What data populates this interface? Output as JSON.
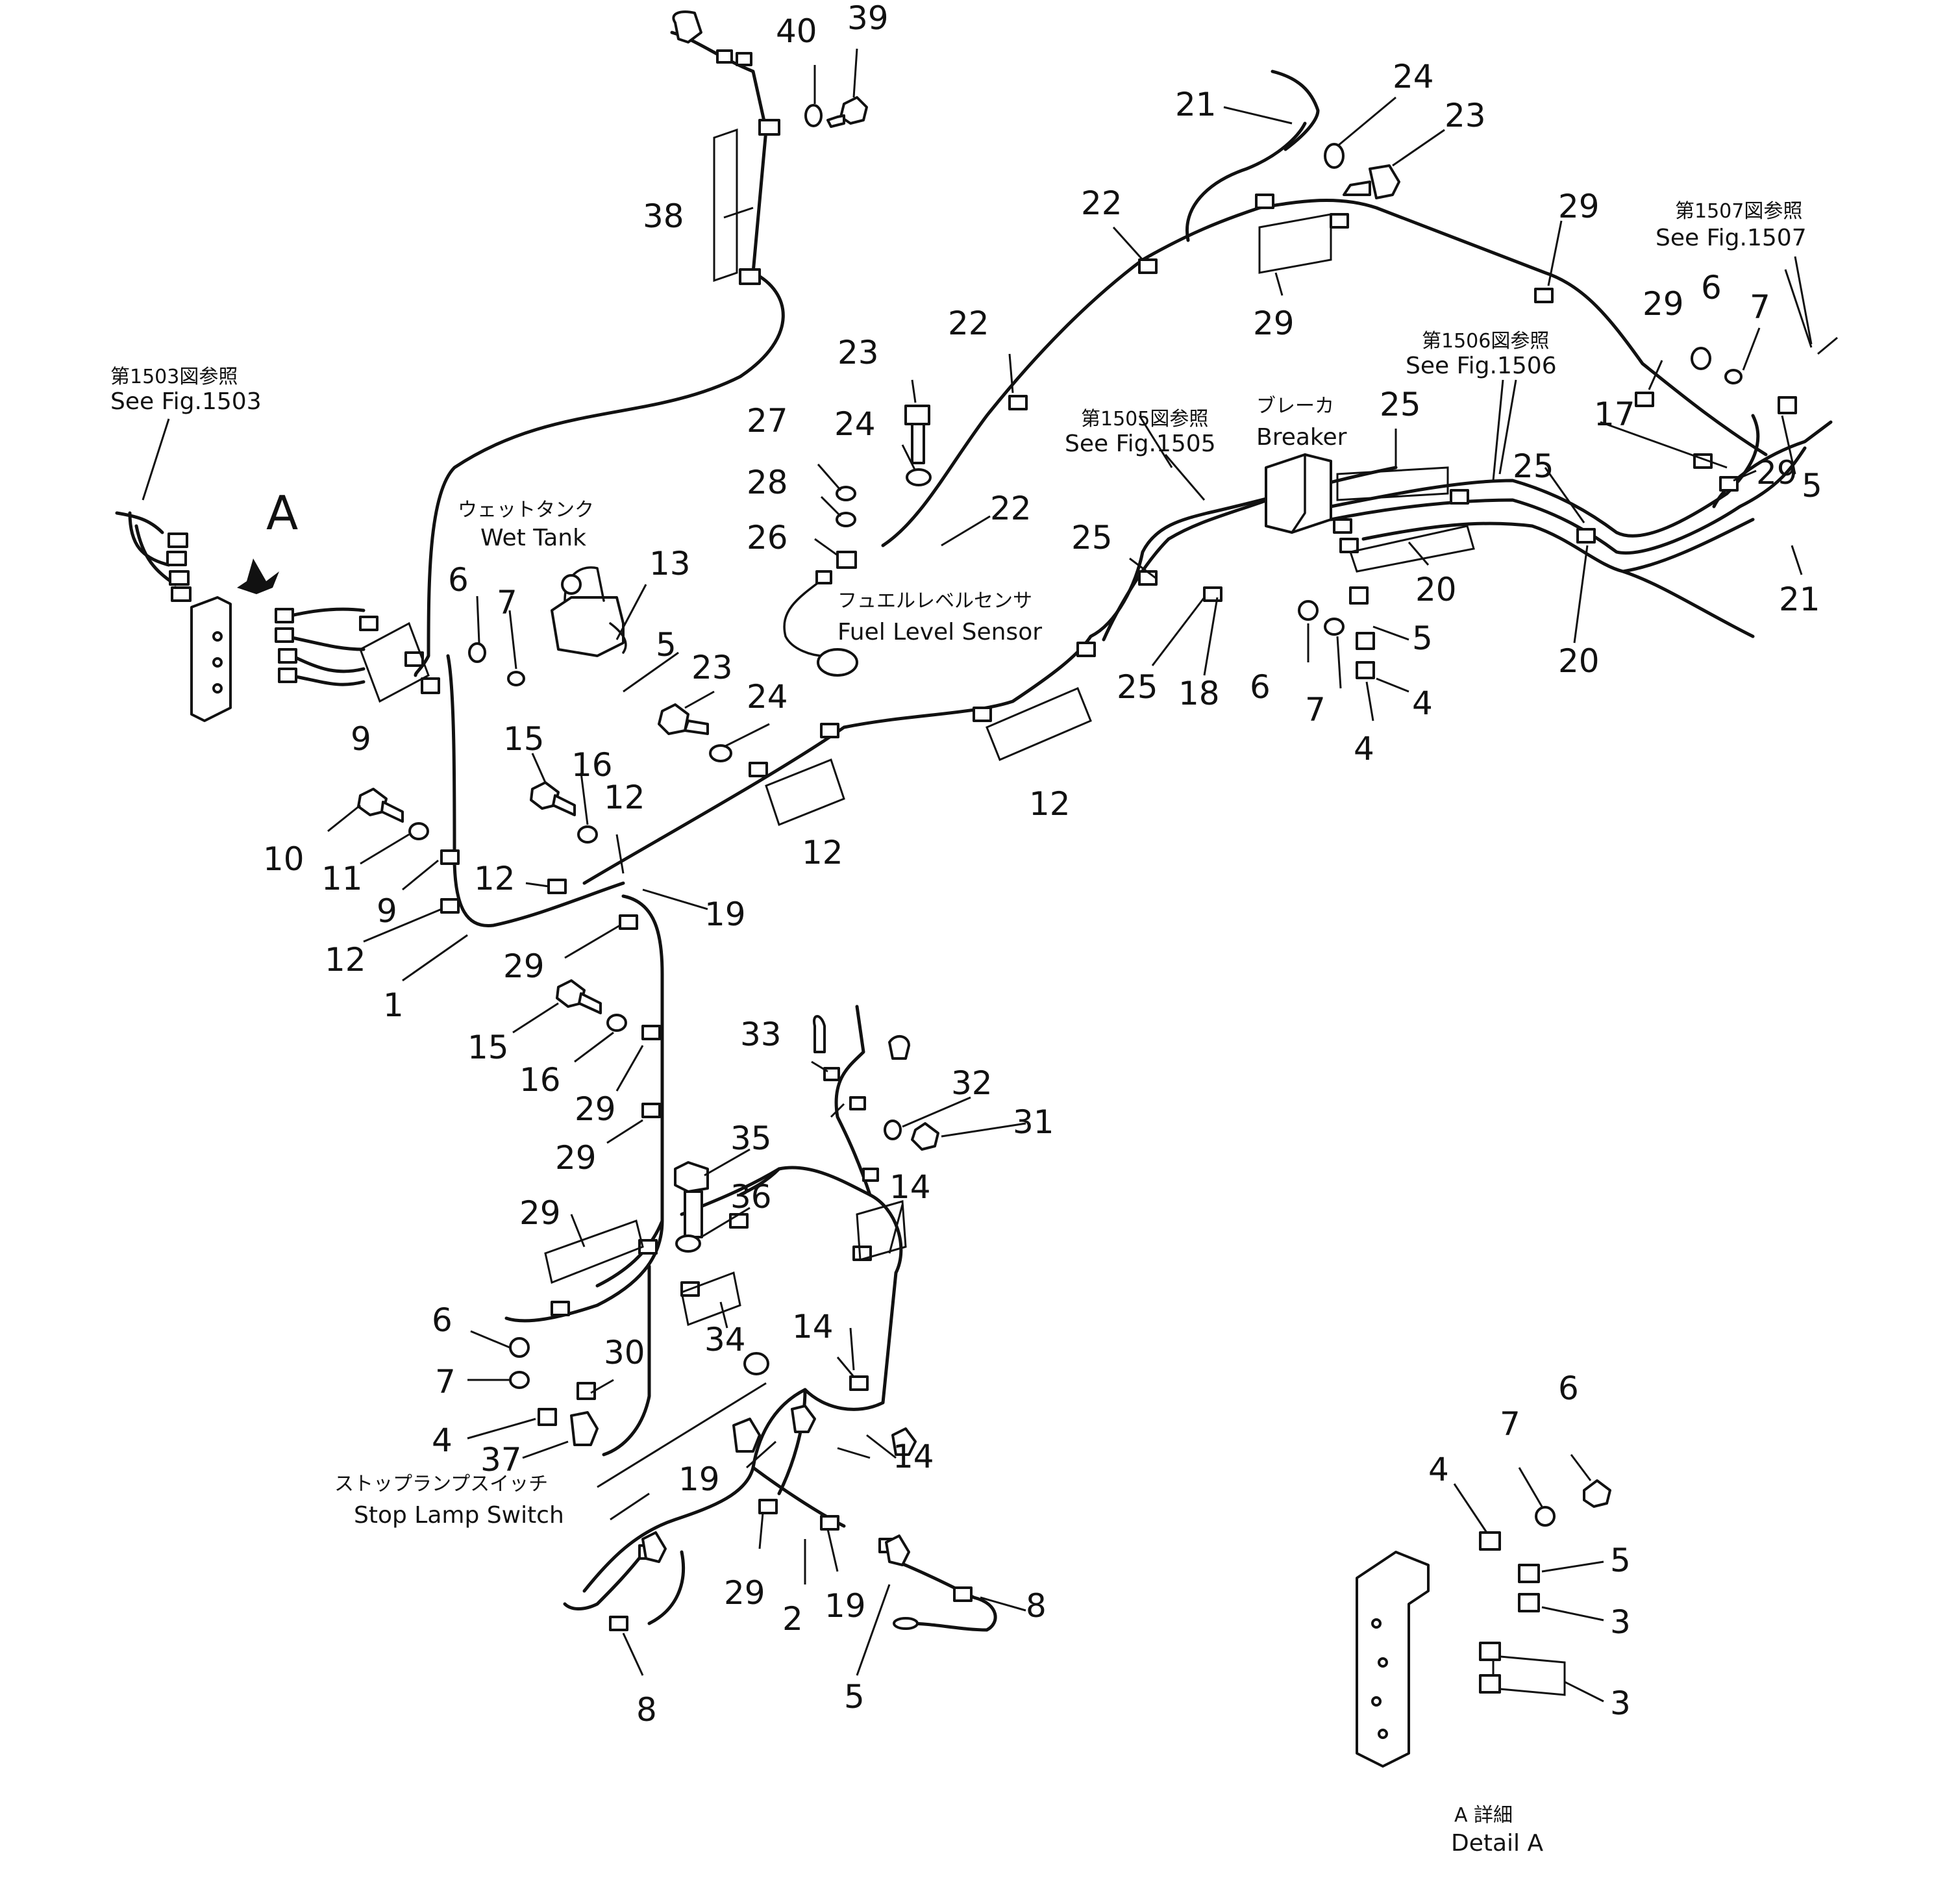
{
  "labels": {
    "detail_arrow": "A",
    "see_1503_jp": "第1503図参照",
    "see_1503_en": "See Fig.1503",
    "see_1505_jp": "第1505図参照",
    "see_1505_en": "See Fig.1505",
    "see_1506_jp": "第1506図参照",
    "see_1506_en": "See Fig.1506",
    "see_1507_jp": "第1507図参照",
    "see_1507_en": "See Fig.1507",
    "wet_tank_jp": "ウェットタンク",
    "wet_tank_en": "Wet Tank",
    "fuel_sensor_jp": "フュエルレベルセンサ",
    "fuel_sensor_en": "Fuel Level Sensor",
    "breaker_jp": "ブレーカ",
    "breaker_en": "Breaker",
    "stop_lamp_jp": "ストップランプスイッチ",
    "stop_lamp_en": "Stop Lamp Switch",
    "detail_a_jp": "A 詳細",
    "detail_a_en": "Detail A"
  },
  "parts": {
    "p1": "1",
    "p2": "2",
    "p3": "3",
    "p4": "4",
    "p5": "5",
    "p6": "6",
    "p7": "7",
    "p8": "8",
    "p9": "9",
    "p10": "10",
    "p11": "11",
    "p12": "12",
    "p13": "13",
    "p14": "14",
    "p15": "15",
    "p16": "16",
    "p17": "17",
    "p18": "18",
    "p19": "19",
    "p20": "20",
    "p21": "21",
    "p22": "22",
    "p23": "23",
    "p24": "24",
    "p25": "25",
    "p26": "26",
    "p27": "27",
    "p28": "28",
    "p29": "29",
    "p30": "30",
    "p31": "31",
    "p32": "32",
    "p33": "33",
    "p34": "34",
    "p35": "35",
    "p36": "36",
    "p37": "37",
    "p38": "38",
    "p39": "39",
    "p40": "40"
  }
}
